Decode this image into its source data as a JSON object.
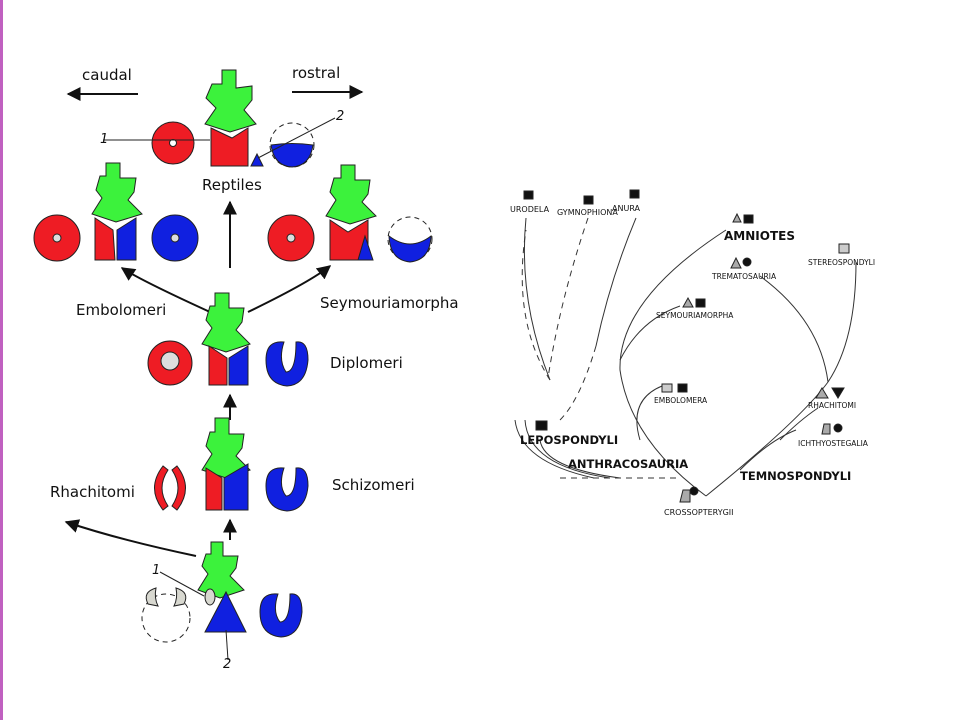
{
  "vertebrae": {
    "directions": {
      "caudal": "caudal",
      "rostral": "rostral"
    },
    "labels": {
      "reptiles": "Reptiles",
      "embolomeri": "Embolomeri",
      "seymouriamorpha": "Seymouriamorpha",
      "diplomeri": "Diplomeri",
      "schizomeri": "Schizomeri",
      "rhachitomi": "Rhachitomi"
    },
    "numbers": {
      "one_top": "1",
      "two_top": "2",
      "one_bottom": "1",
      "two_bottom": "2"
    },
    "colors": {
      "red": "#ee1c24",
      "blue": "#1020e0",
      "green": "#3cf23c",
      "grey": "#d8d8d0"
    }
  },
  "tree": {
    "taxa": {
      "urodela": "URODELA",
      "gymnophiona": "GYMNOPHIONA",
      "anura": "ANURA",
      "amniotes": "AMNIOTES",
      "trematosauria": "TREMATOSAURIA",
      "stereospondyli": "STEREOSPONDYLI",
      "seymouriamorpha": "SEYMOURIAMORPHA",
      "embolomera": "EMBOLOMERA",
      "rhachitomi": "RHACHITOMI",
      "ichthyostegalia": "ICHTHYOSTEGALIA",
      "lepospondyli": "LEPOSPONDYLI",
      "anthracosauria": "ANTHRACOSAURIA",
      "temnospondyli": "TEMNOSPONDYLI",
      "crossopterygii": "CROSSOPTERYGII"
    }
  }
}
